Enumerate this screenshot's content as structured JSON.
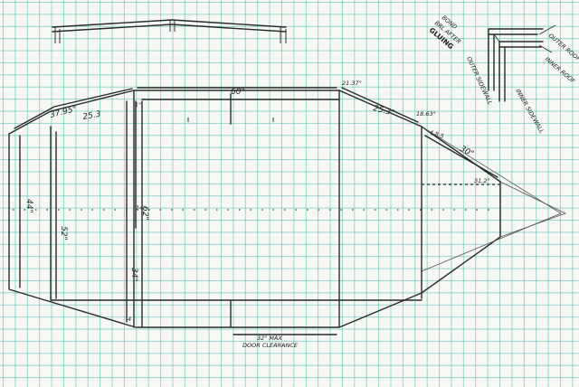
{
  "dimensions": {
    "top_left_angle": "37.95°",
    "top_left_len": "25.3",
    "top_center": "60\"",
    "top_right_angle": "21.37°",
    "top_right_len": "25.3\"",
    "right_angle": "18.63°",
    "right_len_small": "4.8.5",
    "right_len": "30\"",
    "nose_angle": "31.2°",
    "left_44": "44\"",
    "left_52": "52\"",
    "inner_62": "62\"",
    "inner_34": "34\"",
    "inner_1": "1\"",
    "inner_14": "14\"",
    "inner_4": "4",
    "door_clearance_top": "32\" MAX",
    "door_clearance_bottom": "DOOR CLEARANCE"
  },
  "detail": {
    "glue_note_line1": "BOND",
    "glue_note_line2": "BRL AFTER",
    "glue_note_line3": "GLUING",
    "outer_roof": "OUTER ROOF",
    "inner_roof": "INNER ROOF",
    "outer_sidewall": "OUTER SIDEWALL",
    "inner_sidewall": "INNER SIDEWALL"
  }
}
